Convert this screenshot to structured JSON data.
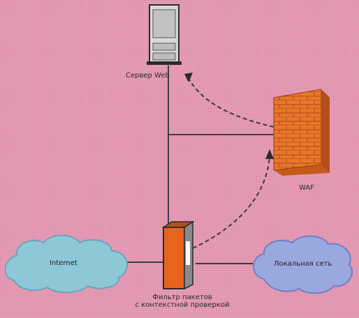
{
  "nodes": {
    "web_server": {
      "label": "Сервер Web",
      "icon": "server-icon"
    },
    "waf": {
      "label": "WAF",
      "icon": "firewall-brick-wall-icon"
    },
    "packet_filter": {
      "label_line1": "Фильтр пакетов",
      "label_line2": "с контекстной проверкой",
      "icon": "packet-filter-device-icon"
    },
    "internet": {
      "label": "Internet",
      "icon": "cloud-icon"
    },
    "local_network": {
      "label": "Локальная сеть",
      "icon": "cloud-icon"
    }
  },
  "colors": {
    "background": "#e8a0b8",
    "line": "#3a3a3a",
    "waf_fill": "#e8782a",
    "filter_fill": "#e8641e",
    "internet_cloud": "#8ec8d8",
    "local_cloud": "#9aa8e0",
    "server_body": "#d8d8d8"
  }
}
